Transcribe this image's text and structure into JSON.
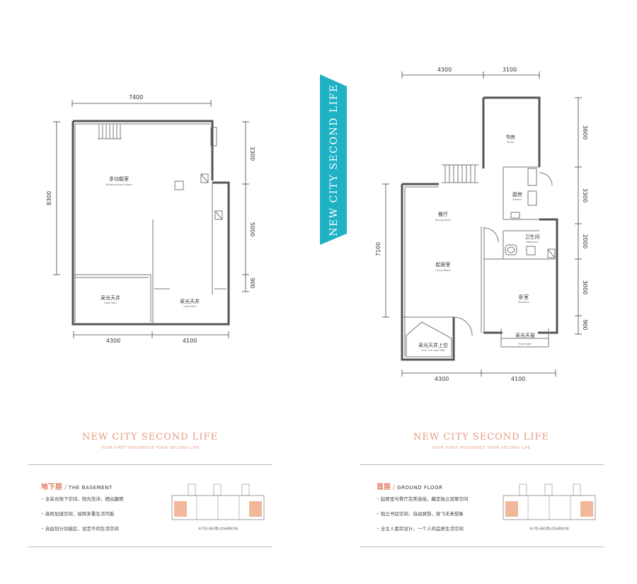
{
  "banner": {
    "text": "NEW CITY SECOND LIFE",
    "color": "#1fb1c4"
  },
  "basement_plan": {
    "dims": {
      "top": "7400",
      "left": "8300",
      "right_1": "3300",
      "right_2": "5000",
      "right_3": "900",
      "bottom_1": "4300",
      "bottom_2": "4100"
    },
    "rooms": {
      "multi_cn": "多功能室",
      "multi_en": "Multifunctional Room",
      "lightwell_left_cn": "采光天井",
      "lightwell_left_en": "Light Well",
      "lightwell_right_cn": "采光天井",
      "lightwell_right_en": "Light Well"
    }
  },
  "ground_plan": {
    "dims": {
      "top_1": "4300",
      "top_2": "3100",
      "left": "7100",
      "right_1": "3600",
      "right_2": "3300",
      "right_3": "2000",
      "right_4": "3000",
      "right_5": "900",
      "bottom_1": "4300",
      "bottom_2": "4100"
    },
    "rooms": {
      "study_cn": "书房",
      "study_en": "Study",
      "kitchen_cn": "厨房",
      "kitchen_en": "Kitchen",
      "dining_cn": "餐厅",
      "dining_en": "Dining Room",
      "bath_cn": "卫生间",
      "bath_en": "Bathroom",
      "living_cn": "起居室",
      "living_en": "Living Room",
      "bed_cn": "卧室",
      "bed_en": "Bedroom",
      "lightwell_cn": "采光天井上空",
      "lightwell_en": "Over The Light Well",
      "roof_cn": "采光天窗",
      "roof_en": "Roof Light"
    }
  },
  "left_panel": {
    "slogan": "NEW CITY SECOND LIFE",
    "sub_slogan": "YOUR FIRST RESIDENCE  YOUR SECOND LIFE",
    "title_cn": "地下层",
    "title_sep": "/",
    "title_en": "THE BASEMENT",
    "bullets": [
      "全采光地下空间，阳光充沛，栖出趣情",
      "高附加值空间，绘制多重生活可能",
      "自由划分功能区，设定不同生活空间"
    ],
    "caption": "本户型示意位置以实际建筑为准"
  },
  "right_panel": {
    "slogan": "NEW CITY SECOND LIFE",
    "sub_slogan": "YOUR FIRST RESIDENCE  YOUR SECOND LIFE",
    "title_cn": "首层",
    "title_sep": "/",
    "title_en": "GROUND FLOOR",
    "bullets": [
      "起居室与餐厅完美连接，藏定独立双聚空间",
      "独立书房空间，自由冥想，放飞未来想象",
      "全主人套房设计，一个人的品质生活空间"
    ],
    "caption": "本户型示意位置以实际建筑为准"
  },
  "colors": {
    "accent": "#e07a5f",
    "slogan": "#e59b80",
    "highlight": "#f2b89b"
  }
}
